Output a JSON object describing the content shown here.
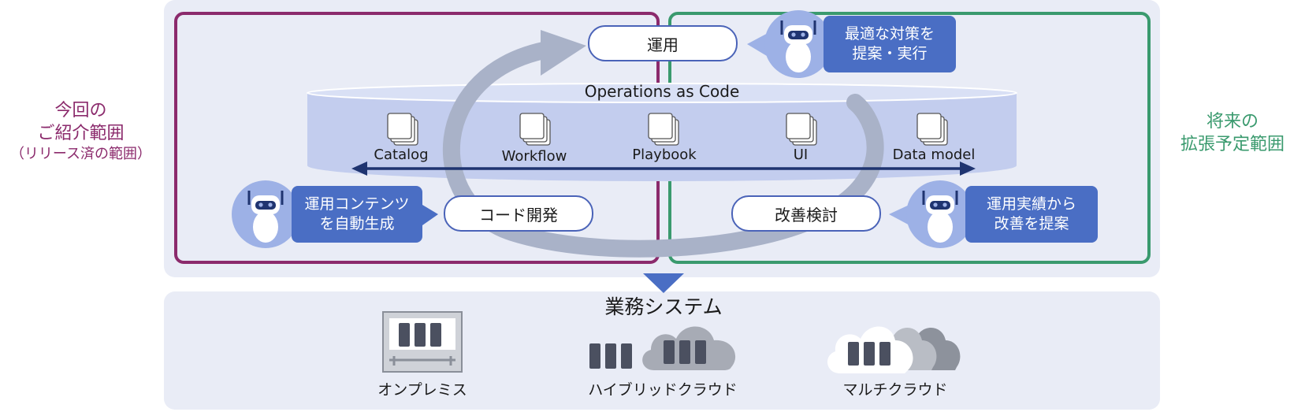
{
  "left_label": {
    "line1": "今回の",
    "line2": "ご紹介範囲",
    "line3": "（リリース済の範囲）",
    "color": "#8b2a6c"
  },
  "right_label": {
    "line1": "将来の",
    "line2": "拡張予定範囲",
    "color": "#3a9a6e"
  },
  "cycle": {
    "operation": "運用",
    "code_dev": "コード開発",
    "improvement": "改善検討"
  },
  "oac": {
    "title": "Operations as Code",
    "items": [
      "Catalog",
      "Workflow",
      "Playbook",
      "UI",
      "Data model"
    ]
  },
  "bubbles": {
    "top_right": [
      "最適な対策を",
      "提案・実行"
    ],
    "left": [
      "運用コンテンツ",
      "を自動生成"
    ],
    "right": [
      "運用実績から",
      "改善を提案"
    ]
  },
  "business": {
    "title": "業務システム",
    "items": [
      "オンプレミス",
      "ハイブリッドクラウド",
      "マルチクラウド"
    ]
  },
  "colors": {
    "panel": "#e9ecf6",
    "left_frame": "#8b2a6c",
    "right_frame": "#3a9a6e",
    "cylinder": "#c3cdee",
    "cycle_arrow": "#a9b2c8",
    "axis_arrow": "#1f3470",
    "bubble": "#4a6ec4"
  },
  "icons": [
    "robot-icon",
    "document-stack-icon",
    "server-rack-icon",
    "cloud-icon"
  ]
}
